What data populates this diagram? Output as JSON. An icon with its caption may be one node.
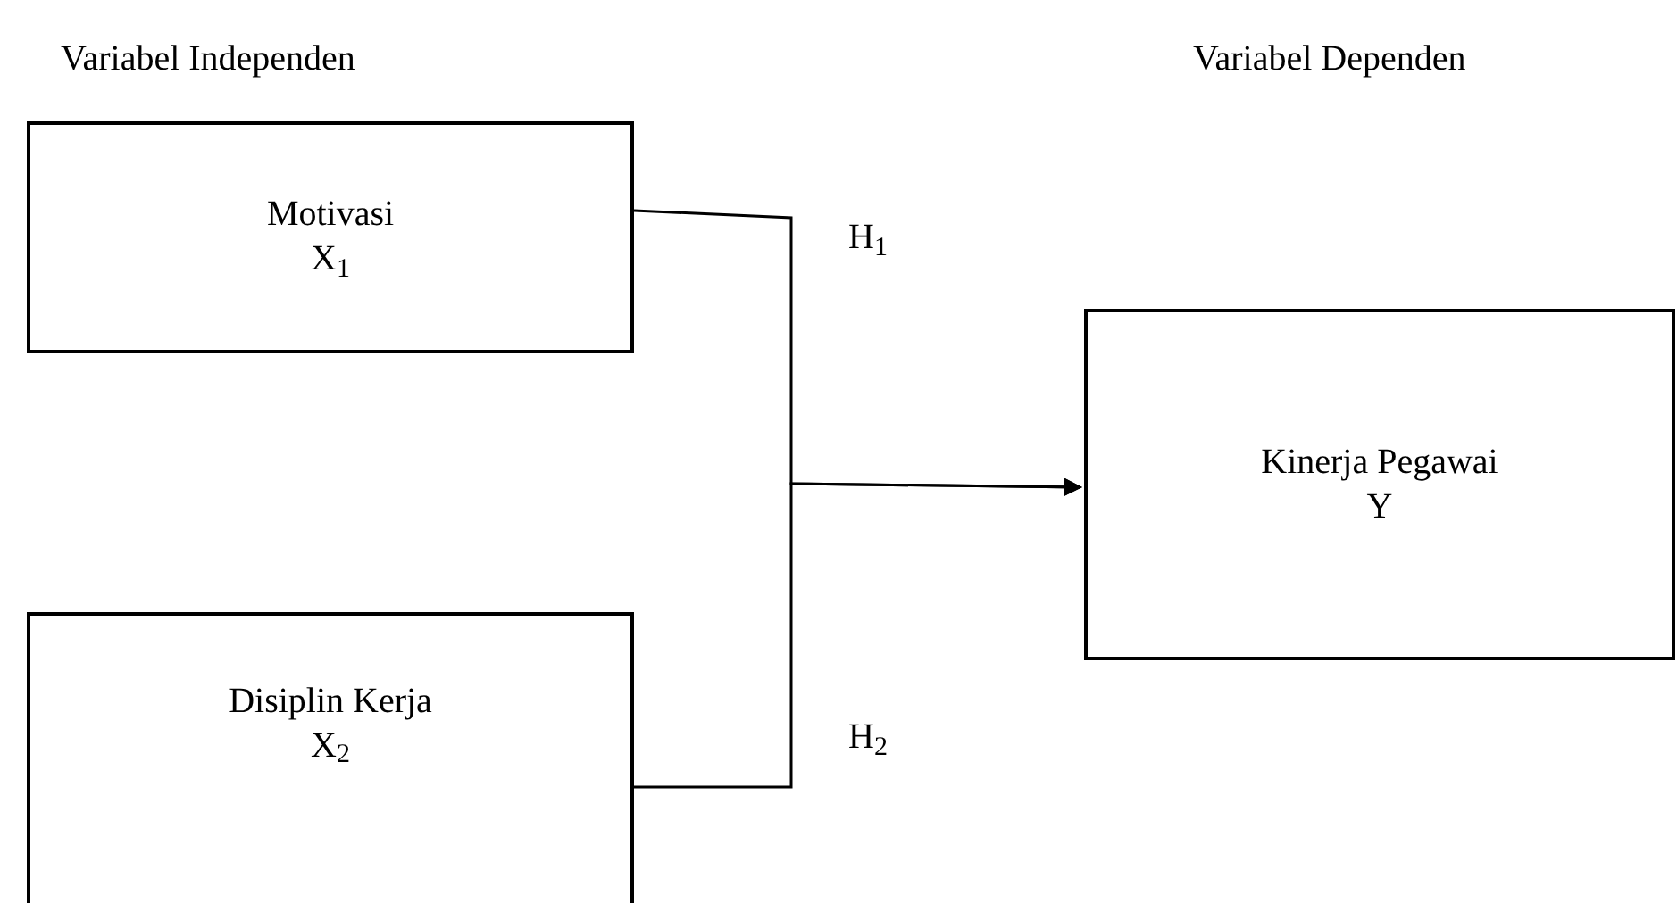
{
  "diagram": {
    "nodes": [
      {
        "text": [
          "Motivasi",
          "X$_{1}$"
        ]
      },
      {
        "text": [
          "Disiplin Kerja",
          "X$_{2}$"
        ]
      },
      {
        "text": [
          "Kinerja Pegawai",
          "Y"
        ]
      }
    ],
    "edges": [
      {
        "from": 0,
        "to": 2,
        "arrow": "to",
        "label": "H$_{1}$"
      },
      {
        "from": 1,
        "to": 2,
        "arrow": "to",
        "label": "H$_{2}$"
      }
    ],
    "labels": [
      "Variabel Independen",
      "Variabel Dependen"
    ]
  }
}
